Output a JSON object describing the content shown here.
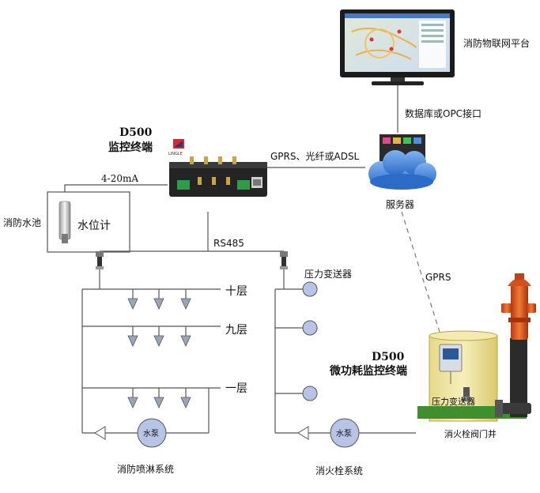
{
  "labels": {
    "platform": "消防物联网平台",
    "db_interface": "数据库或OPC接口",
    "server": "服务器",
    "link_gprs_fiber": "GPRS、光纤或ADSL",
    "terminal_model": "D500",
    "terminal_name": "监控终端",
    "analog_signal": "4-20mA",
    "water_pool": "消防水池",
    "level_meter": "水位计",
    "rs485": "RS485",
    "pressure_transmitter": "压力变送器",
    "floor_10": "十层",
    "floor_9": "九层",
    "floor_1": "一层",
    "pump": "水泵",
    "sprinkler_system": "消防喷淋系统",
    "hydrant_system": "消火栓系统",
    "gprs": "GPRS",
    "lp_terminal_model": "D500",
    "lp_terminal_name": "微功耗监控终端",
    "well_pressure_transmitter": "压力变送器",
    "valve_well": "消火栓阀门井",
    "router_brand": "LINGLE"
  },
  "colors": {
    "line": "#333333",
    "sprinkler_fill": "#9aa6b8",
    "gauge_fill": "#b8c4e6",
    "cloud": "#3f7fd9",
    "hydrant_red": "#e0531d",
    "well_fill": "#f2e9a8",
    "ground_green": "#3f8f2c",
    "device_dark": "#2a2a2a"
  }
}
